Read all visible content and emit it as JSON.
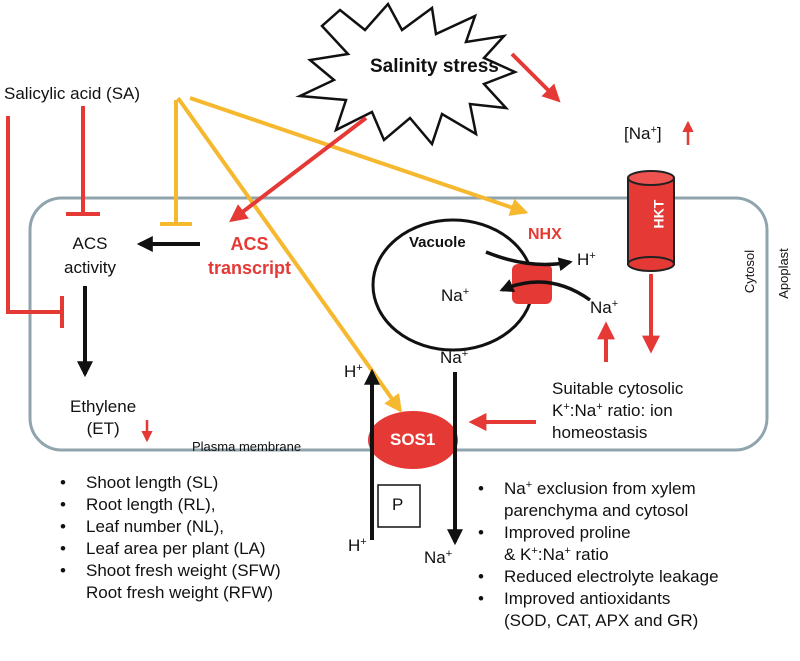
{
  "colors": {
    "red": "#e53935",
    "yellow": "#f5b82e",
    "black": "#111111",
    "membrane": "#90a4ae"
  },
  "stress": {
    "label": "Salinity stress"
  },
  "sa": {
    "label": "Salicylic acid (SA)"
  },
  "na_conc": {
    "prefix": "[Na",
    "sup": "+",
    "suffix": "]"
  },
  "hkt": {
    "label": "HKT"
  },
  "nhx": {
    "label": "NHX"
  },
  "vacuole": {
    "label": "Vacuole"
  },
  "sos1": {
    "label": "SOS1"
  },
  "p_box": {
    "label": "P"
  },
  "acs_activity": {
    "line1": "ACS",
    "line2": "activity"
  },
  "acs_transcript": {
    "line1": "ACS",
    "line2": "transcript"
  },
  "ethylene": {
    "line1": "Ethylene",
    "line2": "(ET)"
  },
  "ion": {
    "h": "H",
    "na": "Na",
    "plus": "+"
  },
  "ratio": {
    "line1_a": "Suitable cytosolic",
    "line2_k": "K",
    "line2_na": ":Na",
    "line2_tail": " ratio: ion",
    "line3": "homeostasis"
  },
  "membrane_label": "Plasma membrane",
  "cytosol_label": "Cytosol",
  "apoplast_label": "Apoplast",
  "growth_list": [
    "Shoot length (SL)",
    "Root length (RL),",
    "Leaf number (NL),",
    "Leaf area per plant (LA)",
    "Shoot fresh weight (SFW)",
    "Root fresh weight (RFW)"
  ],
  "tolerance_list": {
    "item1_a": "Na",
    "item1_b": " exclusion from xylem",
    "item1_c": "parenchyma and cytosol",
    "item2_a": "Improved  proline",
    "item2_b": "& K",
    "item2_c": ":Na",
    "item2_d": " ratio",
    "item3": "Reduced electrolyte leakage",
    "item4_a": "Improved antioxidants",
    "item4_b": "(SOD, CAT, APX and GR)"
  }
}
